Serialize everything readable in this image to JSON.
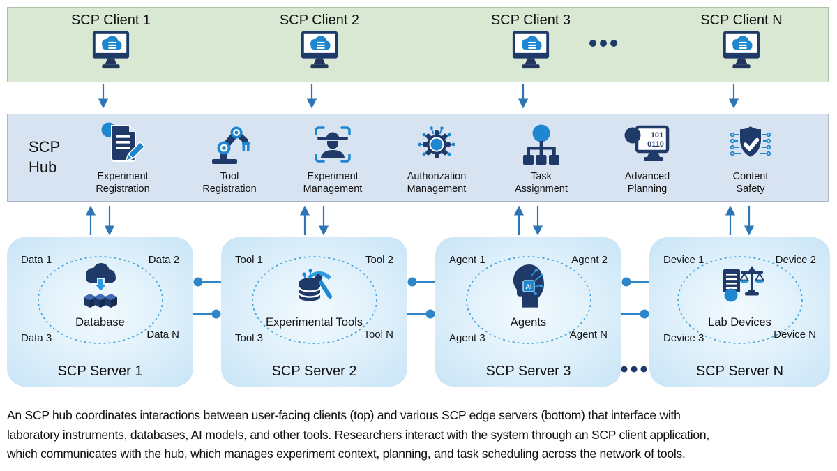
{
  "clients_band": {
    "clients": [
      {
        "label": "SCP Client 1"
      },
      {
        "label": "SCP Client 2"
      },
      {
        "label": "SCP Client 3"
      },
      {
        "label": "SCP Client N"
      }
    ]
  },
  "hub": {
    "title": "SCP\nHub",
    "modules": [
      {
        "label": "Experiment\nRegistration"
      },
      {
        "label": "Tool\nRegistration"
      },
      {
        "label": "Experiment\nManagement"
      },
      {
        "label": "Authorization\nManagement"
      },
      {
        "label": "Task\nAssignment"
      },
      {
        "label": "Advanced\nPlanning",
        "binary_lines": [
          "101",
          "0110"
        ]
      },
      {
        "label": "Content\nSafety"
      }
    ]
  },
  "servers": [
    {
      "title": "SCP Server 1",
      "center_label": "Database",
      "corners": {
        "top_left": "Data 1",
        "top_right": "Data 2",
        "bottom_left": "Data 3",
        "bottom_right": "Data N"
      }
    },
    {
      "title": "SCP Server 2",
      "center_label": "Experimental Tools",
      "corners": {
        "top_left": "Tool 1",
        "top_right": "Tool 2",
        "bottom_left": "Tool 3",
        "bottom_right": "Tool N"
      }
    },
    {
      "title": "SCP Server 3",
      "center_label": "Agents",
      "chip_text": "AI",
      "corners": {
        "top_left": "Agent 1",
        "top_right": "Agent 2",
        "bottom_left": "Agent 3",
        "bottom_right": "Agent N"
      }
    },
    {
      "title": "SCP Server N",
      "center_label": "Lab Devices",
      "corners": {
        "top_left": "Device 1",
        "top_right": "Device 2",
        "bottom_left": "Device 3",
        "bottom_right": "Device N"
      }
    }
  ],
  "caption": "An SCP hub coordinates interactions between user-facing clients (top) and various SCP edge servers (bottom) that interface with\nlaboratory instruments, databases, AI models, and other tools. Researchers interact with the system through an SCP client application,\nwhich communicates with the hub, which manages experiment context, planning, and task scheduling across the network of tools.",
  "colors": {
    "clients_band_bg": "#d9e8d3",
    "hub_band_bg": "#d8e3f1",
    "server_fill": "#cde7f8",
    "navy": "#1f3a68",
    "blue": "#1e87d0",
    "arrow_blue": "#2e75b6",
    "dashed_ellipse": "#45a3de"
  }
}
